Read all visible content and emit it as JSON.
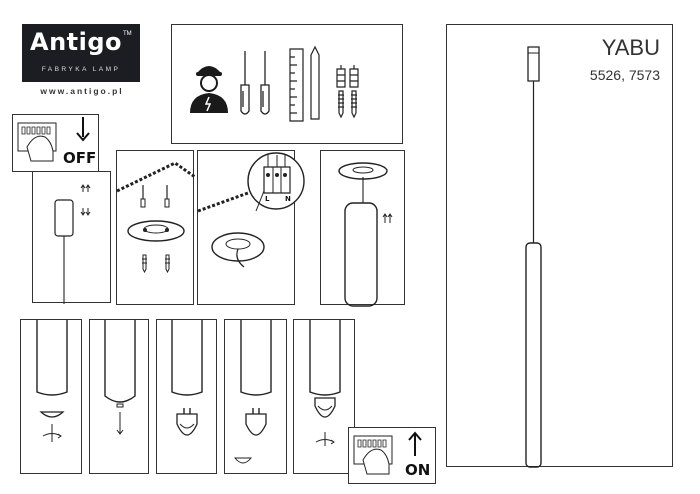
{
  "brand": {
    "name": "Antigo",
    "trademark": "TM",
    "tagline": "FABRYKA LAMP",
    "url": "www.antigo.pl"
  },
  "product": {
    "name": "YABU",
    "codes": "5526, 7573"
  },
  "switch_off": {
    "label": "OFF"
  },
  "switch_on": {
    "label": "ON"
  },
  "wiring_terminals": {
    "l": "L",
    "n": "N"
  }
}
